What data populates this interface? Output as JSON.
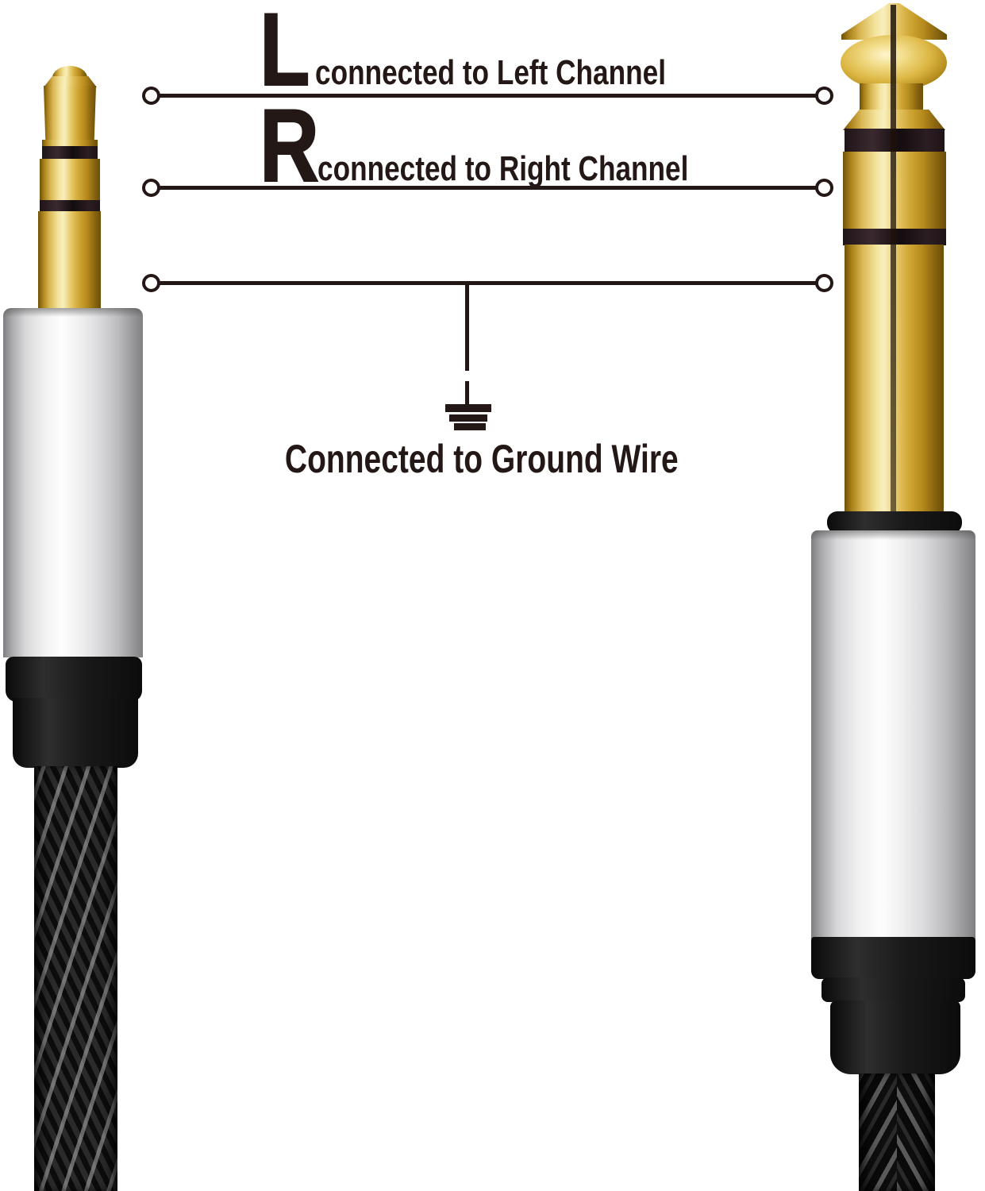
{
  "annotations": {
    "rows": [
      {
        "big_letter": "L",
        "label": "connected to Left Channel"
      },
      {
        "big_letter": "R",
        "label": "connected to Right Channel"
      }
    ],
    "ground_label": "Connected to Ground Wire"
  },
  "colors": {
    "line": "#231815",
    "text": "#231815",
    "gold": "#d4af37",
    "silver": "#e8e8e8",
    "black_parts": "#141414",
    "background": "#ffffff"
  }
}
